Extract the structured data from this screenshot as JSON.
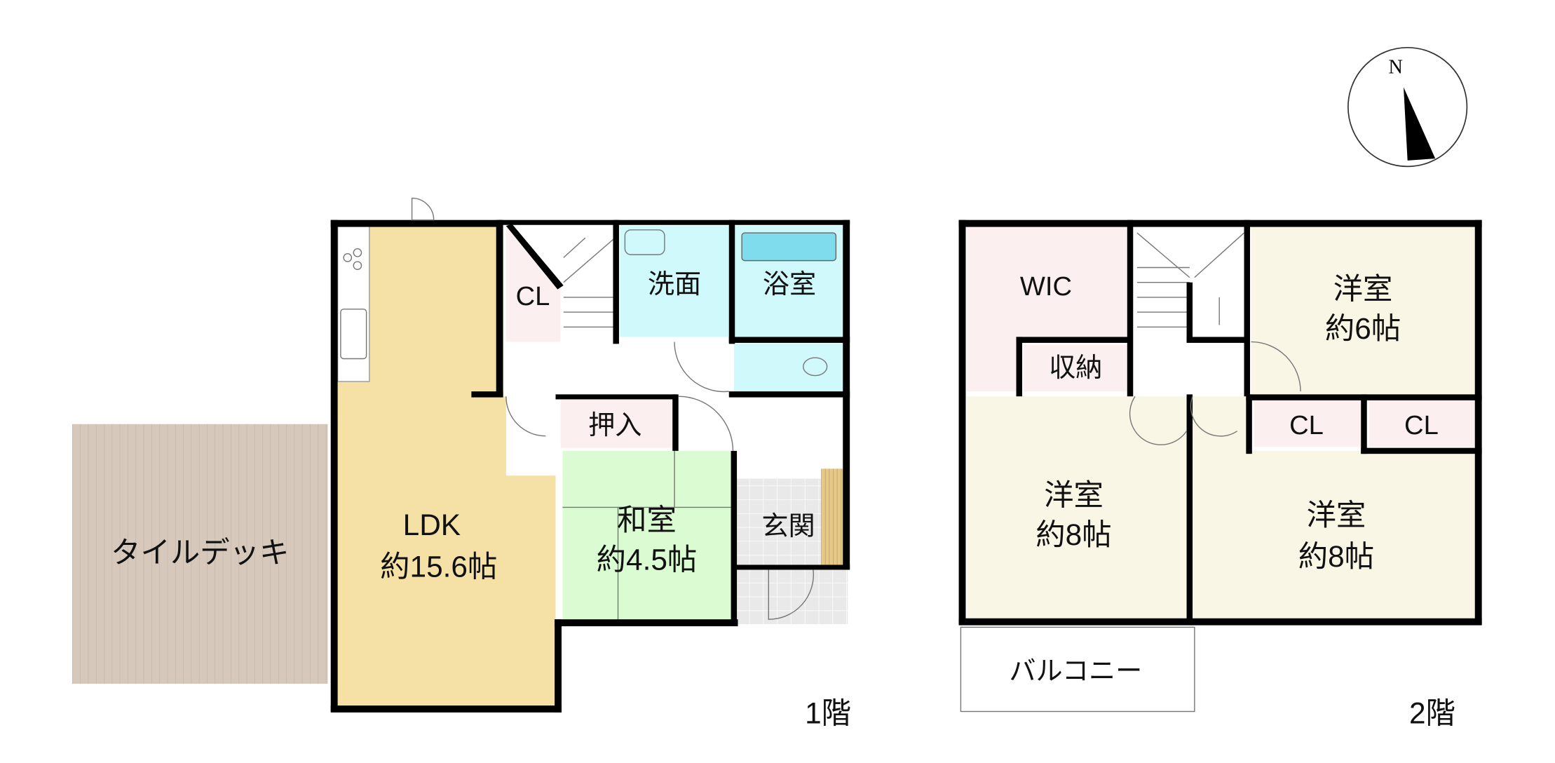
{
  "floors": [
    {
      "label": "1階",
      "rooms": {
        "deck": "タイルデッキ",
        "ldk_name": "LDK",
        "ldk_size": "約15.6帖",
        "closet": "CL",
        "washroom": "洗面",
        "bath": "浴室",
        "oshiire": "押入",
        "washitsu_name": "和室",
        "washitsu_size": "約4.5帖",
        "entrance": "玄関"
      }
    },
    {
      "label": "2階",
      "rooms": {
        "wic": "WIC",
        "storage": "収納",
        "room6_name": "洋室",
        "room6_size": "約6帖",
        "cl1": "CL",
        "cl2": "CL",
        "room8a_name": "洋室",
        "room8a_size": "約8帖",
        "room8b_name": "洋室",
        "room8b_size": "約8帖",
        "balcony": "バルコニー"
      }
    }
  ],
  "compass": {
    "label": "N"
  },
  "colors": {
    "ldk": "#f5e0a6",
    "deck": "#d6c9bc",
    "washitsu": "#dbfcd2",
    "water": "#cff9fb",
    "tub": "#7fdcec",
    "closet": "#fcefef",
    "western": "#faf6e6",
    "entrance": "#e9e9e9"
  }
}
